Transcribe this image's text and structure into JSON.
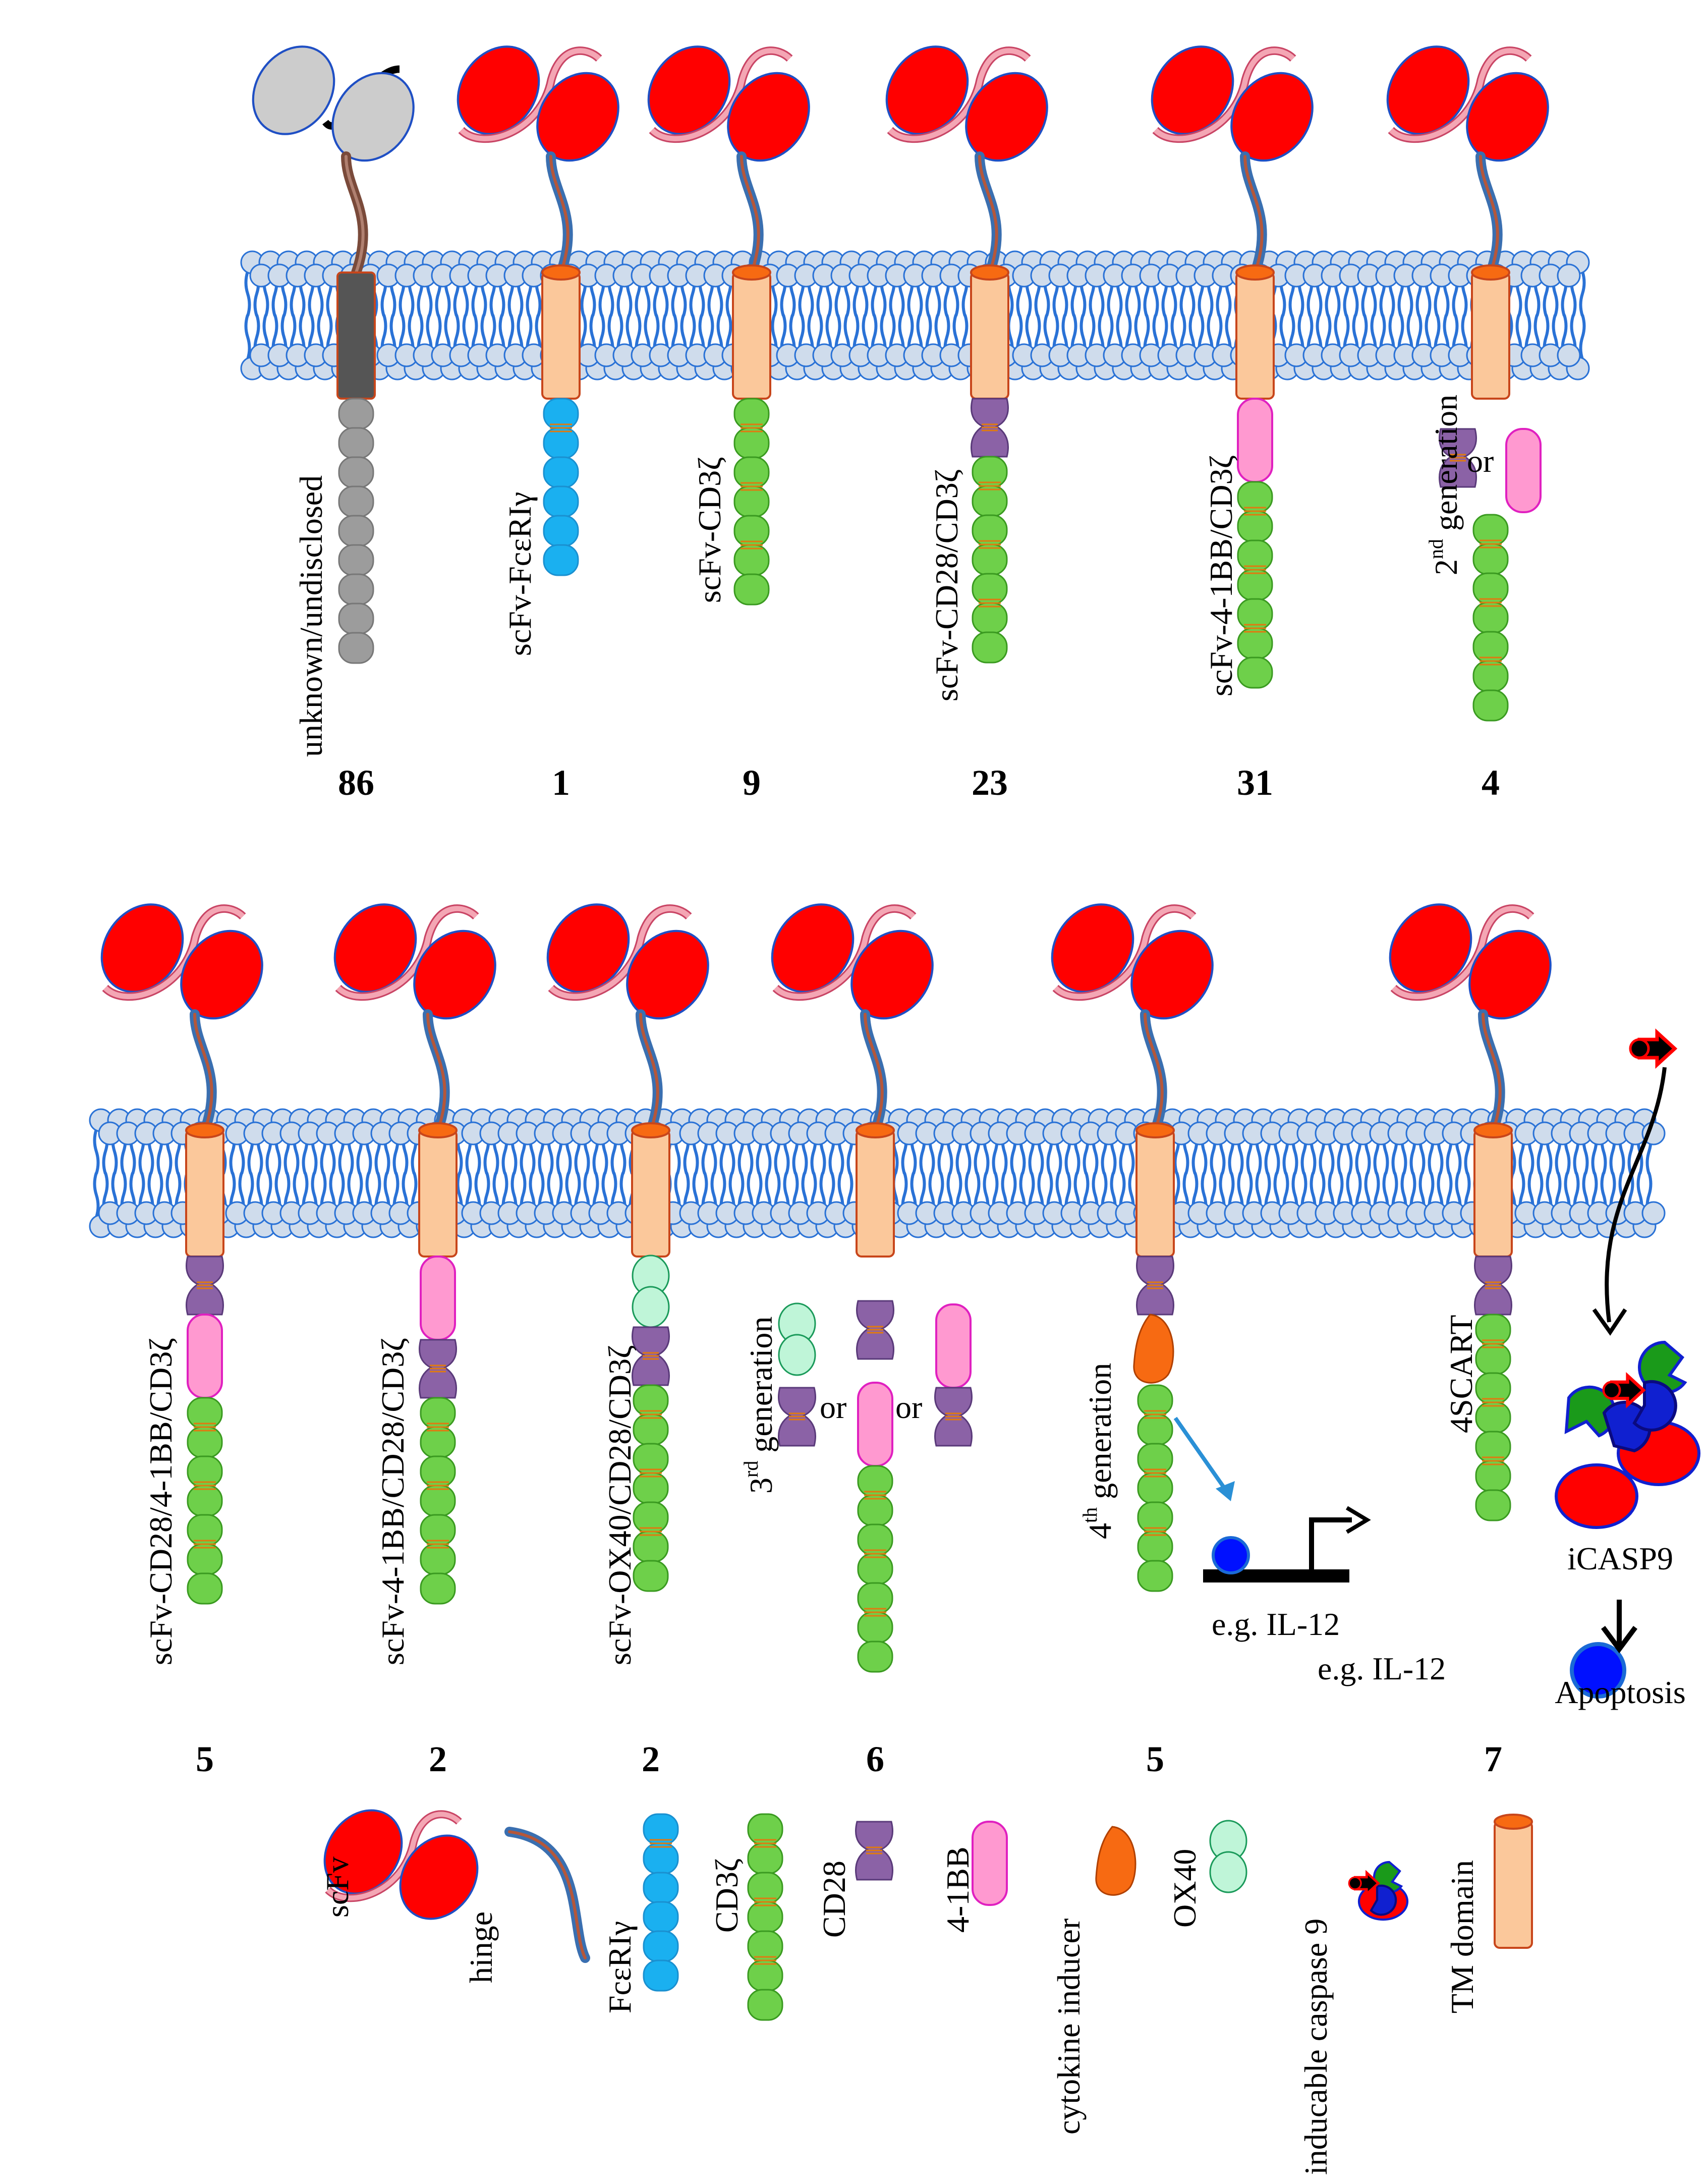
{
  "colors": {
    "scfv": "#ff0000",
    "scfv_outline": "#1f4fc4",
    "linker": "#f4a6b4",
    "unknown_binder": "#cccccc",
    "hinge": "#3a6fb0",
    "hinge_core": "#b5573a",
    "tm": "#fbc89b",
    "tm_outline": "#c8461b",
    "unknown_tm": "#555555",
    "cd3z": "#6ed04a",
    "fceri": "#1ab0f0",
    "cd28": "#8b62a6",
    "bb41": "#ff99d0",
    "bb41_outline": "#e020c0",
    "ox40": "#bff5d8",
    "ox40_outline": "#1a9a5a",
    "cytokine_inducer": "#f76a12",
    "itam_stripe": "#e07a10",
    "membrane_head": "#cfdcec",
    "membrane_head_outline": "#2a72d6",
    "membrane_tail": "#2a72d6",
    "il12": "#0010ff",
    "casp_green": "#1a9a1a",
    "casp_blue": "#1020d0"
  },
  "top_row": [
    {
      "label": "unknown/undisclosed",
      "count": "86"
    },
    {
      "label": "scFv-FcεRIγ",
      "count": "1"
    },
    {
      "label": "scFv-CD3ζ",
      "count": "9"
    },
    {
      "label": "scFv-CD28/CD3ζ",
      "count": "23"
    },
    {
      "label": "scFv-4-1BB/CD3ζ",
      "count": "31"
    },
    {
      "label_main": "2",
      "label_sup": "nd",
      "label_rest": " generation",
      "or_text": "or",
      "count": "4"
    }
  ],
  "bottom_row": [
    {
      "label": "scFv-CD28/4-1BB/CD3ζ",
      "count": "5"
    },
    {
      "label": "scFv-4-1BB/CD28/CD3ζ",
      "count": "2"
    },
    {
      "label": "scFv-OX40/CD28/CD3ζ",
      "count": "2"
    },
    {
      "label_main": "3",
      "label_sup": "rd",
      "label_rest": " generation",
      "or_text_1": "or",
      "or_text_2": "or",
      "count": "6"
    },
    {
      "label_main": "4",
      "label_sup": "th",
      "label_rest": " generation",
      "il12_label": "e.g. IL-12",
      "count": "5"
    },
    {
      "label": "4SCART",
      "count": "7"
    }
  ],
  "icasp9_panel": {
    "label": "iCASP9",
    "outcome": "Apoptosis",
    "il12_label": "e.g. IL-12"
  },
  "legend": {
    "scfv": "scFv",
    "hinge": "hinge",
    "fceri": "FcεRIγ",
    "cd3z": "CD3ζ",
    "cd28": "CD28",
    "bb41": "4-1BB",
    "cytokine": "cytokine inducer",
    "ox40": "OX40",
    "caspase": "inducable caspase 9",
    "tm": "TM domain"
  }
}
